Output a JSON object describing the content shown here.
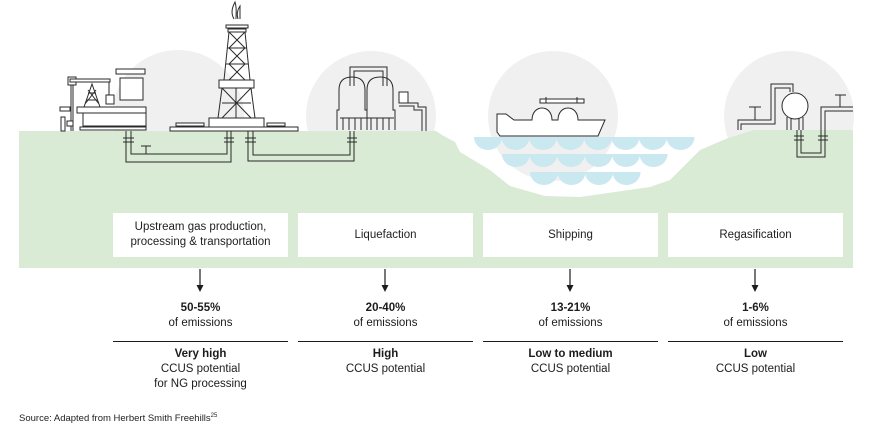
{
  "colors": {
    "ground": "#d9ebd5",
    "circle": "#f0f0f0",
    "water": "#c9e8ef",
    "line": "#2a2a2a",
    "box": "#ffffff"
  },
  "icons": [
    "oil-pumpjack-icon",
    "drilling-rig-icon",
    "liquefaction-plant-icon",
    "lng-ship-icon",
    "water-waves-icon",
    "regasification-terminal-icon",
    "pipeline-icon"
  ],
  "stages": [
    {
      "name": "Upstream gas production, processing & transportation",
      "emissions_share": "50-55%",
      "emissions_label": "of emissions",
      "ccus_level": "Very high",
      "ccus_label": "CCUS potential",
      "ccus_note": "for NG processing"
    },
    {
      "name": "Liquefaction",
      "emissions_share": "20-40%",
      "emissions_label": "of emissions",
      "ccus_level": "High",
      "ccus_label": "CCUS potential",
      "ccus_note": ""
    },
    {
      "name": "Shipping",
      "emissions_share": "13-21%",
      "emissions_label": "of emissions",
      "ccus_level": "Low to medium",
      "ccus_label": "CCUS potential",
      "ccus_note": ""
    },
    {
      "name": "Regasification",
      "emissions_share": "1-6%",
      "emissions_label": "of emissions",
      "ccus_level": "Low",
      "ccus_label": "CCUS potential",
      "ccus_note": ""
    }
  ],
  "source": {
    "text": "Source: Adapted from Herbert Smith Freehills",
    "footnote": "25"
  }
}
